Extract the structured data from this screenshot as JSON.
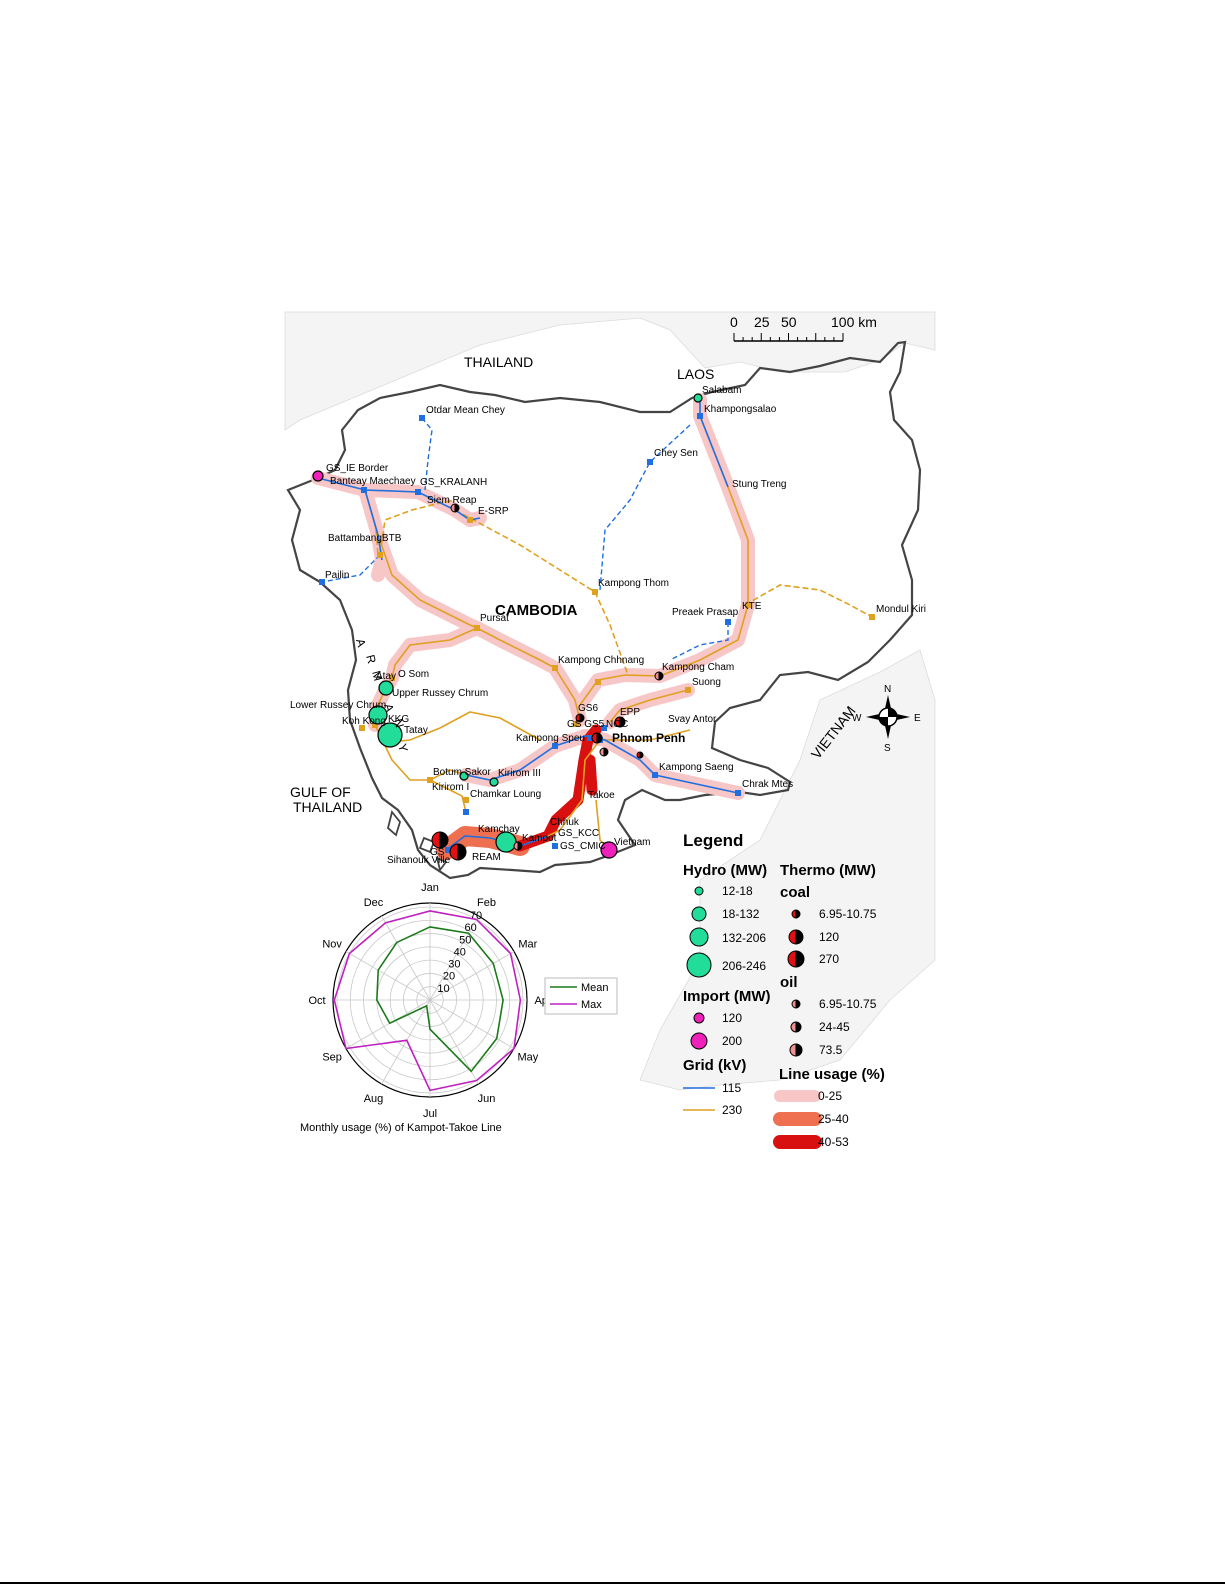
{
  "colors": {
    "line_115": "#1f6fe0",
    "line_230": "#e0a020",
    "hydro": "#22dd9a",
    "import": "#ee22bb",
    "coal_red": "#e01010",
    "oil_pink": "#f09090",
    "usage_low": "#f7c6c6",
    "usage_mid": "#ee7050",
    "usage_high": "#d81010",
    "border": "#444444",
    "mean_line": "#1a7a1a",
    "max_line": "#c020c0"
  },
  "scale": {
    "ticks": [
      "0",
      "25",
      "50",
      "100 km"
    ]
  },
  "countries": {
    "thailand": "THAILAND",
    "laos": "LAOS",
    "cambodia": "CAMBODIA",
    "vietnam": "VIETNAM",
    "gulf_1": "GULF   OF",
    "gulf_2": "THAILAND",
    "myanmar_letters": [
      "A",
      "R",
      "M",
      "A",
      "N",
      "Y"
    ]
  },
  "compass": {
    "n": "N",
    "s": "S",
    "e": "E",
    "w": "W"
  },
  "places": {
    "otdar": "Otdar Mean Chey",
    "salabam": "Salabam",
    "kampongsalao": "Khampongsalao",
    "chey_sen": "Chey Sen",
    "gs_ie": "GS_IE Border",
    "banteay": "Banteay Maechaey",
    "gs_kralanh": "GS_KRALANH",
    "siem_reap": "Siem Reap",
    "e_srp": "E-SRP",
    "stung_treng": "Stung Treng",
    "battambang": "BattambangBTB",
    "pailin": "Pailin",
    "kampong_thom": "Kampong Thom",
    "preaek": "Preaek Prasap",
    "kte": "KTE",
    "mondul": "Mondul Kiri",
    "pursat": "Pursat",
    "kampong_chhnang": "Kampong Chhnang",
    "kampong_cham": "Kampong Cham",
    "suong": "Suong",
    "atay": "Atay",
    "o_som": "O Som",
    "upper_russey": "Upper Russey Chrum",
    "lower_russey": "Lower Russey Chrum",
    "kkg": "KKG",
    "koh_kong": "Koh Kong",
    "tatay": "Tatay",
    "gs6": "GS6",
    "epp": "EPP",
    "gs_gs5": "GS GS5",
    "noc": "NOC",
    "svay_antor": "Svay Antor",
    "kampong_speu": "Kampong Speu",
    "phnom_penh": "Phnom Penh",
    "botum": "Botum Sakor",
    "kirirom3": "Kirirom III",
    "kirirom1": "Kirirom I",
    "chamkar": "Chamkar Loung",
    "kampong_saeng": "Kampong Saeng",
    "chrak": "Chrak Mtes",
    "takoe": "Takoe",
    "kamchay": "Kamchay",
    "kampot": "Kampot",
    "chhuk": "Chhuk",
    "gs_kcc": "GS_KCC",
    "gs_cmic": "GS_CMIC",
    "vietnam_import": "Vietnam",
    "sihanouk": "Sihanouk Ville",
    "ream": "REAM",
    "gs": "GS"
  },
  "legend": {
    "title": "Legend",
    "hydro_title": "Hydro (MW)",
    "hydro": [
      "12-18",
      "18-132",
      "132-206",
      "206-246"
    ],
    "thermo_title": "Thermo (MW)",
    "coal_title": "coal",
    "coal": [
      "6.95-10.75",
      "120",
      "270"
    ],
    "oil_title": "oil",
    "oil": [
      "6.95-10.75",
      "24-45",
      "73.5"
    ],
    "import_title": "Import (MW)",
    "import": [
      "120",
      "200"
    ],
    "grid_title": "Grid (kV)",
    "grid": [
      "115",
      "230"
    ],
    "usage_title": "Line usage (%)",
    "usage": [
      "0-25",
      "25-40",
      "40-53"
    ]
  },
  "chart_data": {
    "type": "radar",
    "title": "Monthly usage (%) of Kampot-Takoe Line",
    "categories": [
      "Jan",
      "Feb",
      "Mar",
      "Apr",
      "May",
      "Jun",
      "Jul",
      "Aug",
      "Sep",
      "Oct",
      "Nov",
      "Dec"
    ],
    "radial_ticks": [
      "10",
      "20",
      "30",
      "40",
      "50",
      "60",
      "70"
    ],
    "rlim": [
      0,
      73
    ],
    "series": [
      {
        "name": "Mean",
        "values": [
          55,
          58,
          55,
          55,
          58,
          62,
          22,
          5,
          35,
          40,
          45,
          50
        ]
      },
      {
        "name": "Max",
        "values": [
          67,
          70,
          70,
          68,
          73,
          70,
          68,
          35,
          73,
          72,
          70,
          67
        ]
      }
    ],
    "legend_position": "right"
  }
}
